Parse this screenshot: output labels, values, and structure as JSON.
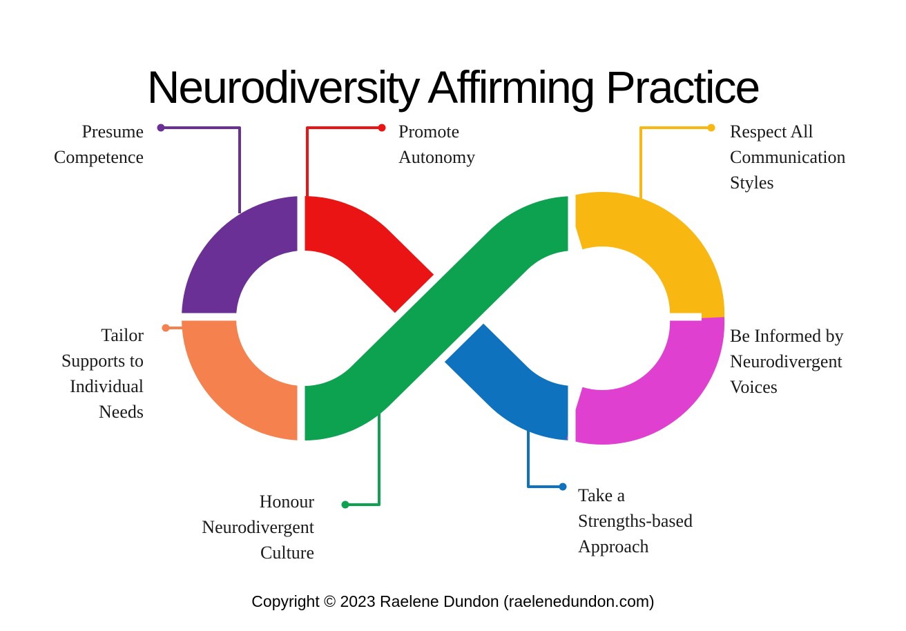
{
  "title": "Neurodiversity Affirming Practice",
  "diagram": {
    "type": "infinity-loop",
    "background": "#ffffff",
    "gap_color": "#ffffff"
  },
  "segments": [
    {
      "id": "presume-competence",
      "label": "Presume\nCompetence",
      "color": "#6B3096",
      "position": "left-loop-top-left"
    },
    {
      "id": "promote-autonomy",
      "label": "Promote\nAutonomy",
      "color": "#EB1414",
      "position": "left-loop-top-right"
    },
    {
      "id": "respect-all-communication-styles",
      "label": "Respect All\nCommunication\nStyles",
      "color": "#F8B711",
      "position": "right-loop-top-right"
    },
    {
      "id": "tailor-supports",
      "label": "Tailor\nSupports to\nIndividual\nNeeds",
      "color": "#F5824E",
      "position": "left-loop-bottom-left"
    },
    {
      "id": "be-informed-by-voices",
      "label": "Be Informed by\nNeurodivergent\nVoices",
      "color": "#E040D0",
      "position": "right-loop-bottom-right"
    },
    {
      "id": "honour-neurodivergent-culture",
      "label": "Honour\nNeurodivergent\nCulture",
      "color": "#0DA24F",
      "position": "center-crossing-band"
    },
    {
      "id": "take-strengths-based-approach",
      "label": "Take a\nStrengths-based\nApproach",
      "color": "#0F72BE",
      "position": "right-loop-bottom-left"
    }
  ],
  "footer": {
    "copyright": "Copyright © 2023 Raelene Dundon (raelenedundon.com)"
  }
}
